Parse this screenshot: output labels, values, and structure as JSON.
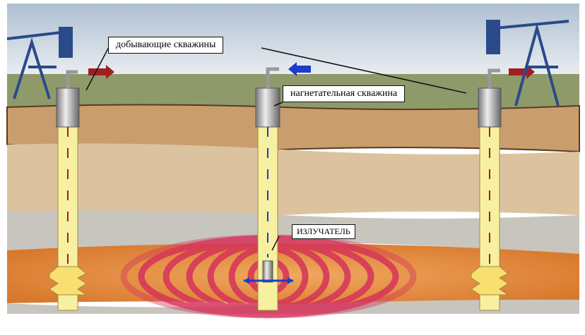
{
  "labels": {
    "production_wells": "добывающие скважины",
    "injection_well": "нагнетательная скважина",
    "emitter": "ИЗЛУЧАТЕЛЬ"
  },
  "colors": {
    "sky": "#c9d6e3",
    "field": "#8f9a6a",
    "topsoil": "#c99e6e",
    "sand": "#dcc3a0",
    "gray_rock": "#c8c4be",
    "reservoir": "#e48a3a",
    "pipe": "#f7f0a0",
    "wave": "#d6335a",
    "production_arrow": "#a02020",
    "injection_arrow": "#1e3cc8"
  }
}
